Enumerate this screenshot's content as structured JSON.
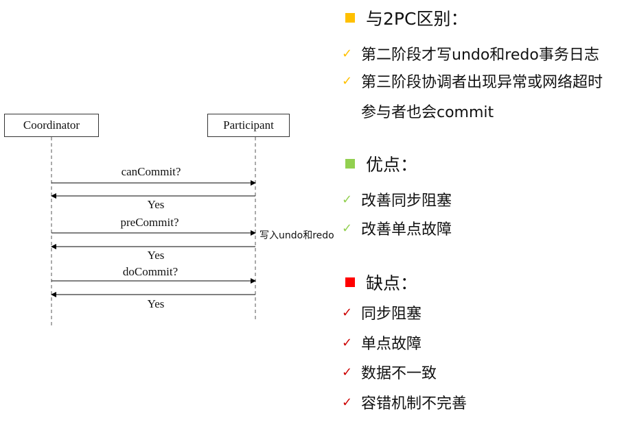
{
  "diagram": {
    "participants": [
      "Coordinator",
      "Participant"
    ],
    "messages": [
      {
        "label": "canCommit?",
        "direction": "to-participant"
      },
      {
        "label": "Yes",
        "direction": "to-coordinator"
      },
      {
        "label": "preCommit?",
        "direction": "to-participant"
      },
      {
        "label": "Yes",
        "direction": "to-coordinator"
      },
      {
        "label": "doCommit?",
        "direction": "to-participant"
      },
      {
        "label": "Yes",
        "direction": "to-coordinator"
      }
    ],
    "note": "写入undo和redo"
  },
  "sections": {
    "diff": {
      "title": "与2PC区别：",
      "color": "#FFC000",
      "items": [
        "第二阶段才写undo和redo事务日志",
        "第三阶段协调者出现异常或网络超时"
      ],
      "continuation": "参与者也会commit"
    },
    "pros": {
      "title": "优点：",
      "color": "#92D050",
      "items": [
        "改善同步阻塞",
        "改善单点故障"
      ]
    },
    "cons": {
      "title": "缺点：",
      "color": "#FF0000",
      "items": [
        "同步阻塞",
        "单点故障",
        "数据不一致",
        "容错机制不完善"
      ]
    }
  },
  "icons": {
    "bullet": "square-bullet-icon",
    "check": "check-icon"
  }
}
